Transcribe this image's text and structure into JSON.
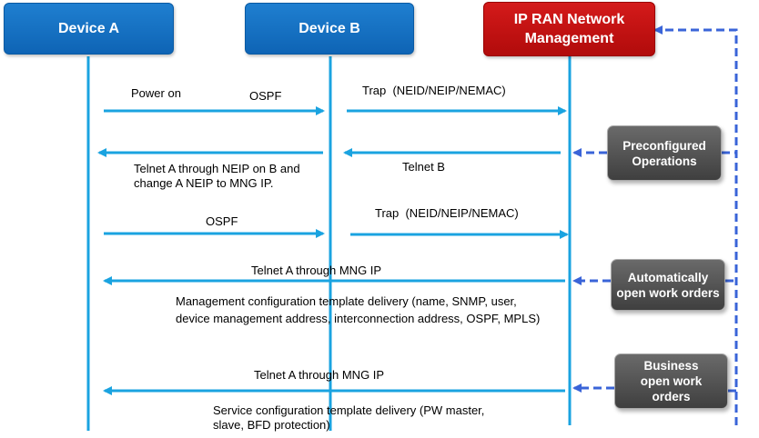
{
  "actors": {
    "device_a": "Device A",
    "device_b": "Device B",
    "nms": "IP RAN Network Management"
  },
  "operations": {
    "preconfigured": "Preconfigured Operations",
    "auto_orders": "Automatically open work orders",
    "business_orders": "Business open work orders"
  },
  "messages": {
    "power_on": "Power on",
    "ospf_1": "OSPF",
    "trap_1": "Trap  (NEID/NEIP/NEMAC)",
    "telnet_b": "Telnet B",
    "telnet_a_neip_1": "Telnet A through NEIP on B and",
    "telnet_a_neip_2": "change A NEIP to MNG IP.",
    "ospf_2": "OSPF",
    "trap_2": "Trap  (NEID/NEIP/NEMAC)",
    "telnet_mng_1": "Telnet A through MNG IP",
    "mgmt_config_1": "Management configuration template delivery (name, SNMP, user,",
    "mgmt_config_2": "device management address, interconnection address, OSPF, MPLS)",
    "telnet_mng_2": "Telnet A through MNG IP",
    "svc_config_1": "Service configuration template delivery (PW master,",
    "svc_config_2": "slave, BFD protection)"
  },
  "colors": {
    "lifeline": "#1aa3e0",
    "arrow": "#1aa3e0",
    "dashed": "#3a64d8",
    "header_blue": "#1471c4",
    "header_red": "#c40e0e",
    "side_box": "#555555"
  }
}
